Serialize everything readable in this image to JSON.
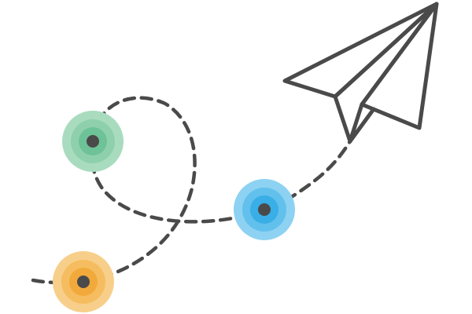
{
  "illustration": {
    "icon": "paper-plane-icon",
    "colors": {
      "background": "#ffffff",
      "stroke": "#4a4a4a",
      "green_outer": "#a9dcbf",
      "green_mid": "#8fd0ac",
      "green_inner": "#6dc297",
      "blue_outer": "#8dd2f2",
      "blue_mid": "#62c0ec",
      "blue_inner": "#3aaee6",
      "orange_outer": "#f7cf8a",
      "orange_mid": "#f5bd5f",
      "orange_inner": "#f2a93b",
      "dot": "#4a4a4a"
    },
    "waypoints": [
      {
        "name": "green",
        "icon": "target-marker-icon"
      },
      {
        "name": "blue",
        "icon": "target-marker-icon"
      },
      {
        "name": "orange",
        "icon": "target-marker-icon"
      }
    ]
  }
}
